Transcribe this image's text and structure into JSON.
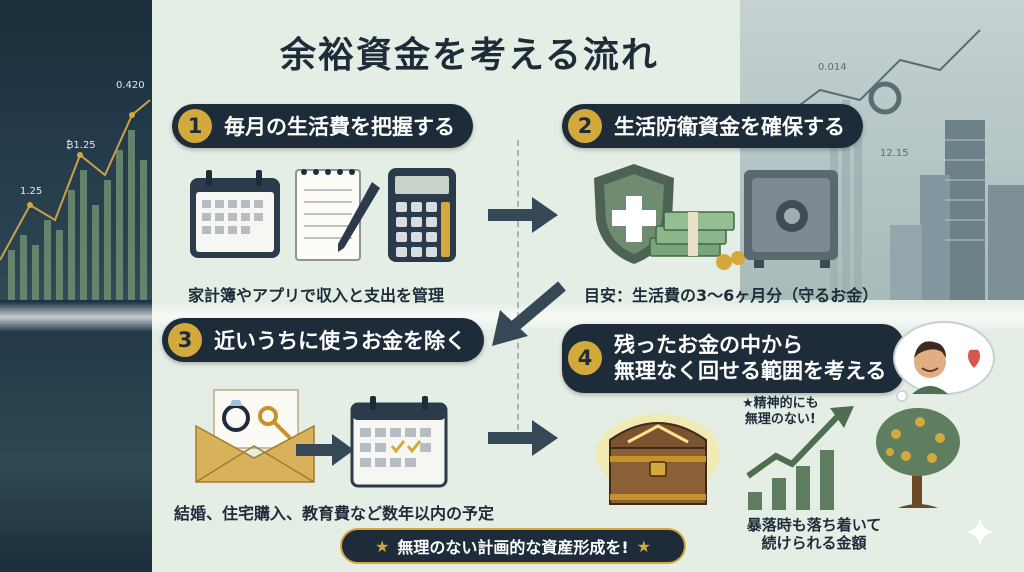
{
  "title": "余裕資金を考える流れ",
  "steps": [
    {
      "number": "1",
      "label": "毎月の生活費を把握する",
      "caption": "家計簿やアプリで収入と支出を管理"
    },
    {
      "number": "2",
      "label": "生活防衛資金を確保する",
      "caption": "目安：生活費の3〜6ヶ月分（守るお金）"
    },
    {
      "number": "3",
      "label": "近いうちに使うお金を除く",
      "caption": "結婚、住宅購入、教育費など数年以内の予定"
    },
    {
      "number": "4",
      "label_line1": "残ったお金の中から",
      "label_line2": "無理なく回せる範囲を考える",
      "caption_line1": "暴落時も落ち着いて",
      "caption_line2": "続けられる金額"
    }
  ],
  "growth_note": {
    "line1": "★精神的にも",
    "line2": "無理のない!"
  },
  "banner": "無理のない計画的な資産形成を!",
  "banner_star": "★",
  "chart_ticks_left": [
    "0.420",
    "₿1.25",
    "1.25"
  ],
  "chart_ticks_right": [
    "0.014",
    "12.15"
  ],
  "colors": {
    "navy": "#1e2c3a",
    "gold": "#d4a93c",
    "bg": "#e4eee5",
    "green": "#5f7d5f"
  }
}
